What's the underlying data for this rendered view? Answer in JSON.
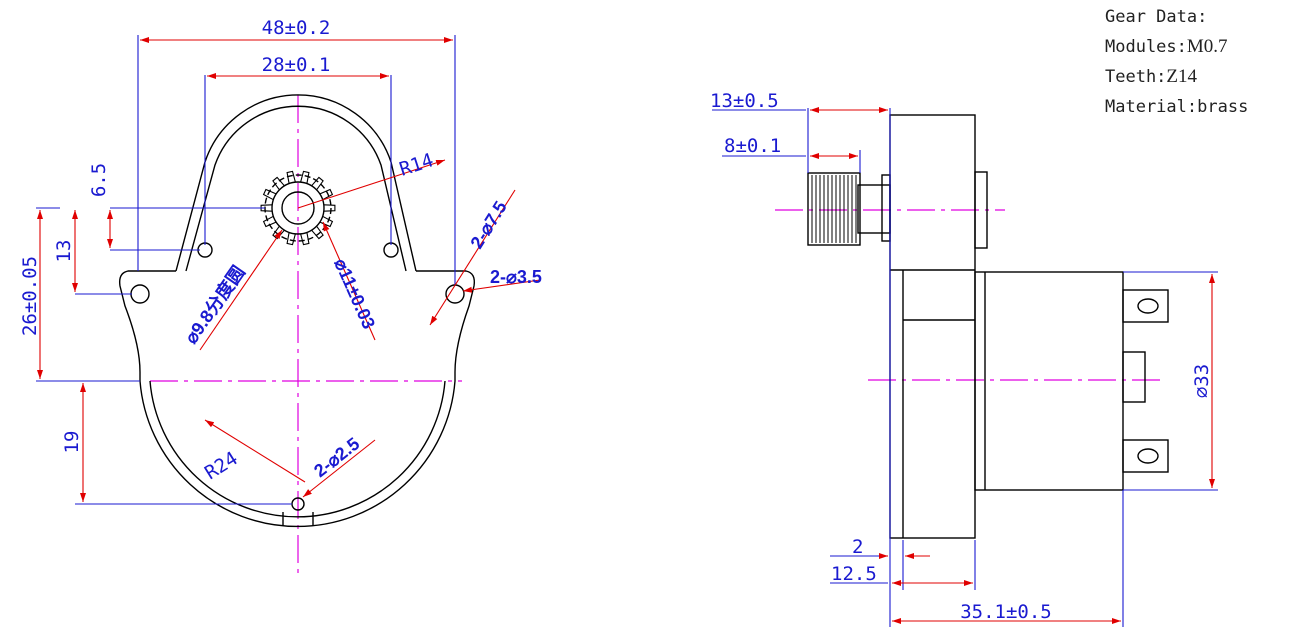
{
  "gear_data": {
    "title": "Gear Data:",
    "modules_label": "Modules:",
    "modules_value": "M0.7",
    "teeth_label": "Teeth:",
    "teeth_value": "Z14",
    "material_label": "Material:",
    "material_value": "brass"
  },
  "front_view": {
    "dims": {
      "width_48": "48±0.2",
      "width_28": "28±0.1",
      "h_6_5": "6.5",
      "h_13": "13",
      "h_26": "26±0.05",
      "h_19": "19",
      "r14": "R14",
      "r24": "R24",
      "hole_7_5": "2-⌀7.5",
      "hole_3_5": "2-⌀3.5",
      "hole_2_5": "2-⌀2.5",
      "pitch_9_8": "⌀9.8分度圆",
      "od_11": "⌀11±0.03"
    }
  },
  "side_view": {
    "dims": {
      "shaft_13": "13±0.5",
      "shaft_8": "8±0.1",
      "d_2": "2",
      "d_12_5": "12.5",
      "d_35_1": "35.1±0.5",
      "dia_33": "⌀33"
    }
  },
  "colors": {
    "outline": "#000000",
    "dimension": "#1a1ad0",
    "arrow": "#e00000",
    "centerline": "#e000e0"
  }
}
